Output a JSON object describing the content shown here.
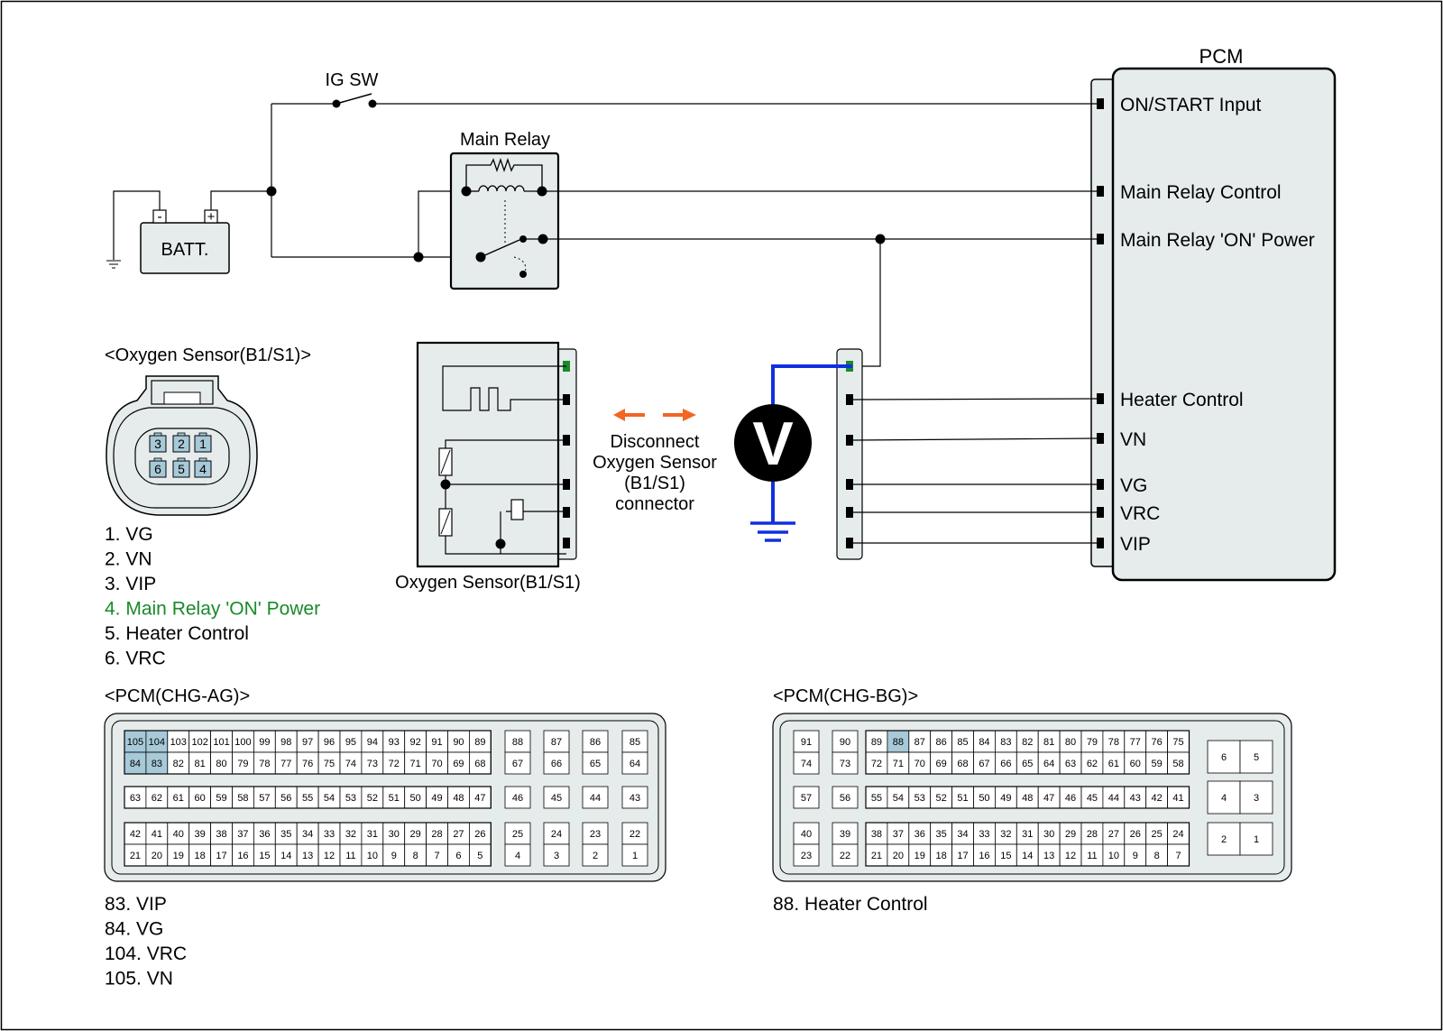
{
  "colors": {
    "wire": "#000000",
    "pcm_fill": "#e6ecec",
    "connector_fill": "#e6ecec",
    "highlight_pin": "#a7c9d8",
    "blue_wire": "#1030e0",
    "green_pin": "#1a8a2a",
    "arrow_orange": "#f26522",
    "power_label_green": "#1a8a2a"
  },
  "labels": {
    "ig_sw": "IG SW",
    "main_relay": "Main Relay",
    "batt": "BATT.",
    "batt_minus": "-",
    "batt_plus": "+",
    "pcm": "PCM",
    "oxygen_sensor_title": "<Oxygen Sensor(B1/S1)>",
    "oxygen_sensor_label": "Oxygen Sensor(B1/S1)",
    "voltmeter": "V",
    "disconnect_lines": [
      "Disconnect",
      "Oxygen Sensor",
      "(B1/S1)",
      "connector"
    ]
  },
  "pcm_terminals": [
    "ON/START Input",
    "Main Relay Control",
    "Main Relay 'ON' Power",
    "Heater Control",
    "VN",
    "VG",
    "VRC",
    "VIP"
  ],
  "sensor_connector": {
    "pins_top": [
      "3",
      "2",
      "1"
    ],
    "pins_bottom": [
      "6",
      "5",
      "4"
    ],
    "legend": [
      {
        "text": "1. VG",
        "highlight": false
      },
      {
        "text": "2. VN",
        "highlight": false
      },
      {
        "text": "3. VIP",
        "highlight": false
      },
      {
        "text": "4. Main Relay 'ON' Power",
        "highlight": true
      },
      {
        "text": "5. Heater Control",
        "highlight": false
      },
      {
        "text": "6. VRC",
        "highlight": false
      }
    ]
  },
  "pcm_ag": {
    "title": "<PCM(CHG-AG)>",
    "highlight": [
      "105",
      "104",
      "84",
      "83"
    ],
    "row1": [
      "105",
      "104",
      "103",
      "102",
      "101",
      "100",
      "99",
      "98",
      "97",
      "96",
      "95",
      "94",
      "93",
      "92",
      "91",
      "90",
      "89"
    ],
    "row2": [
      "84",
      "83",
      "82",
      "81",
      "80",
      "79",
      "78",
      "77",
      "76",
      "75",
      "74",
      "73",
      "72",
      "71",
      "70",
      "69",
      "68"
    ],
    "row3": [
      "63",
      "62",
      "61",
      "60",
      "59",
      "58",
      "57",
      "56",
      "55",
      "54",
      "53",
      "52",
      "51",
      "50",
      "49",
      "48",
      "47"
    ],
    "row4": [
      "42",
      "41",
      "40",
      "39",
      "38",
      "37",
      "36",
      "35",
      "34",
      "33",
      "32",
      "31",
      "30",
      "29",
      "28",
      "27",
      "26"
    ],
    "row5": [
      "21",
      "20",
      "19",
      "18",
      "17",
      "16",
      "15",
      "14",
      "13",
      "12",
      "11",
      "10",
      "9",
      "8",
      "7",
      "6",
      "5"
    ],
    "right_cols": [
      [
        "88",
        "67",
        "46",
        "25",
        "4"
      ],
      [
        "87",
        "66",
        "45",
        "24",
        "3"
      ],
      [
        "86",
        "65",
        "44",
        "23",
        "2"
      ],
      [
        "85",
        "64",
        "43",
        "22",
        "1"
      ]
    ],
    "legend": [
      "83. VIP",
      "84. VG",
      "104. VRC",
      "105. VN"
    ]
  },
  "pcm_bg": {
    "title": "<PCM(CHG-BG)>",
    "highlight": [
      "88"
    ],
    "left_cols": [
      [
        "91",
        "74",
        "57",
        "40",
        "23"
      ],
      [
        "90",
        "73",
        "56",
        "39",
        "22"
      ]
    ],
    "row1": [
      "89",
      "88",
      "87",
      "86",
      "85",
      "84",
      "83",
      "82",
      "81",
      "80",
      "79",
      "78",
      "77",
      "76",
      "75"
    ],
    "row2": [
      "72",
      "71",
      "70",
      "69",
      "68",
      "67",
      "66",
      "65",
      "64",
      "63",
      "62",
      "61",
      "60",
      "59",
      "58"
    ],
    "row3": [
      "55",
      "54",
      "53",
      "52",
      "51",
      "50",
      "49",
      "48",
      "47",
      "46",
      "45",
      "44",
      "43",
      "42",
      "41"
    ],
    "row4": [
      "38",
      "37",
      "36",
      "35",
      "34",
      "33",
      "32",
      "31",
      "30",
      "29",
      "28",
      "27",
      "26",
      "25",
      "24"
    ],
    "row5": [
      "21",
      "20",
      "19",
      "18",
      "17",
      "16",
      "15",
      "14",
      "13",
      "12",
      "11",
      "10",
      "9",
      "8",
      "7"
    ],
    "right_pairs": [
      [
        "6",
        "5"
      ],
      [
        "4",
        "3"
      ],
      [
        "2",
        "1"
      ]
    ],
    "legend": [
      "88. Heater Control"
    ]
  }
}
